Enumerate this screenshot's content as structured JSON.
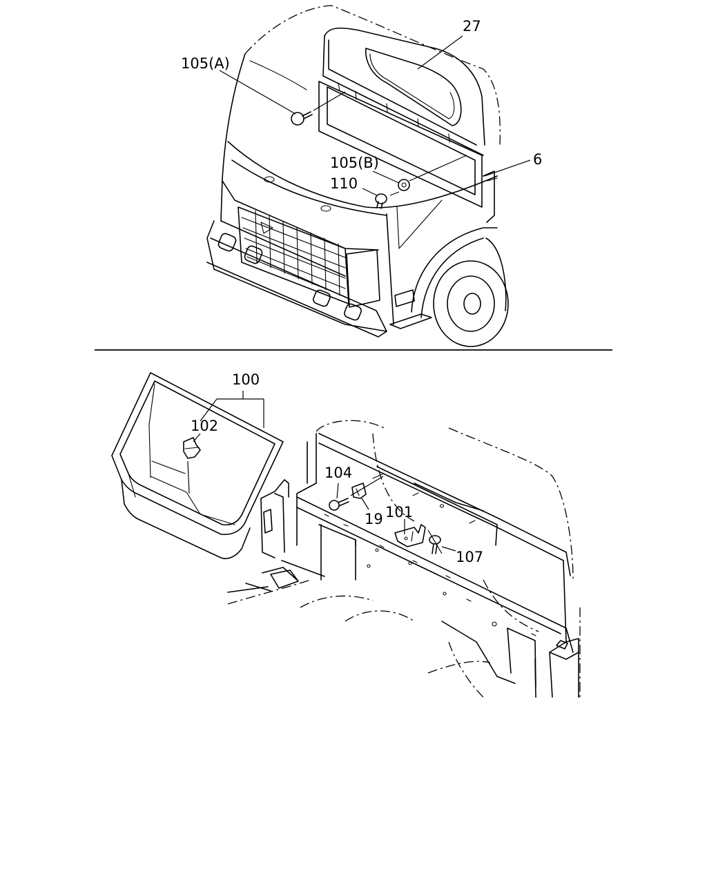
{
  "callouts": {
    "c27": "27",
    "c105a": "105(A)",
    "c105b": "105(B)",
    "c110": "110",
    "c6": "6",
    "c100": "100",
    "c102": "102",
    "c104": "104",
    "c19": "19",
    "c101": "101",
    "c107": "107"
  }
}
